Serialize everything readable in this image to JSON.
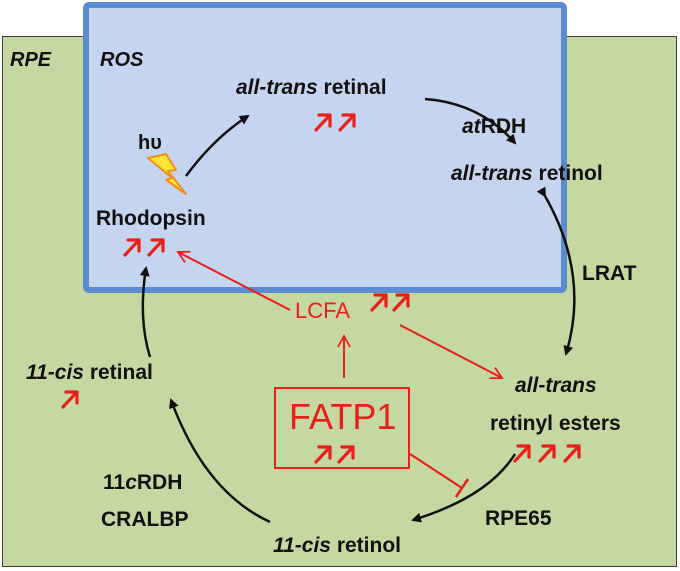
{
  "regions": {
    "rpe": "RPE",
    "ros": "ROS"
  },
  "nodes": {
    "hv": "hυ",
    "rhodopsin": "Rhodopsin",
    "all_trans_retinal_italic": "all-trans",
    "all_trans_retinal_rest": " retinal",
    "atrdh_italic": "at",
    "atrdh_rest": "RDH",
    "all_trans_retinol_italic": "all-trans",
    "all_trans_retinol_rest": " retinol",
    "lrat": "LRAT",
    "lcfa": "LCFA",
    "all_trans_esters_line1": "all-trans",
    "all_trans_esters_line2": "retinyl esters",
    "fatp1": "FATP1",
    "rpe65": "RPE65",
    "cis_retinol_italic": "11-cis",
    "cis_retinol_rest": " retinol",
    "cis_retinal_italic": "11-cis",
    "cis_retinal_rest": " retinal",
    "crdh_prefix": "11",
    "crdh_italic": "c",
    "crdh_rest": "RDH",
    "cralbp": "CRALBP"
  },
  "colors": {
    "rpe_fill": "#c5d8a2",
    "ros_fill": "#c5d5ef",
    "ros_border": "#5b8cd1",
    "upregulated": "#e8201a",
    "pathway": "#111111"
  },
  "icons": {
    "light": "lightning-bolt-icon",
    "upregulation": "red-up-arrow-icon"
  }
}
